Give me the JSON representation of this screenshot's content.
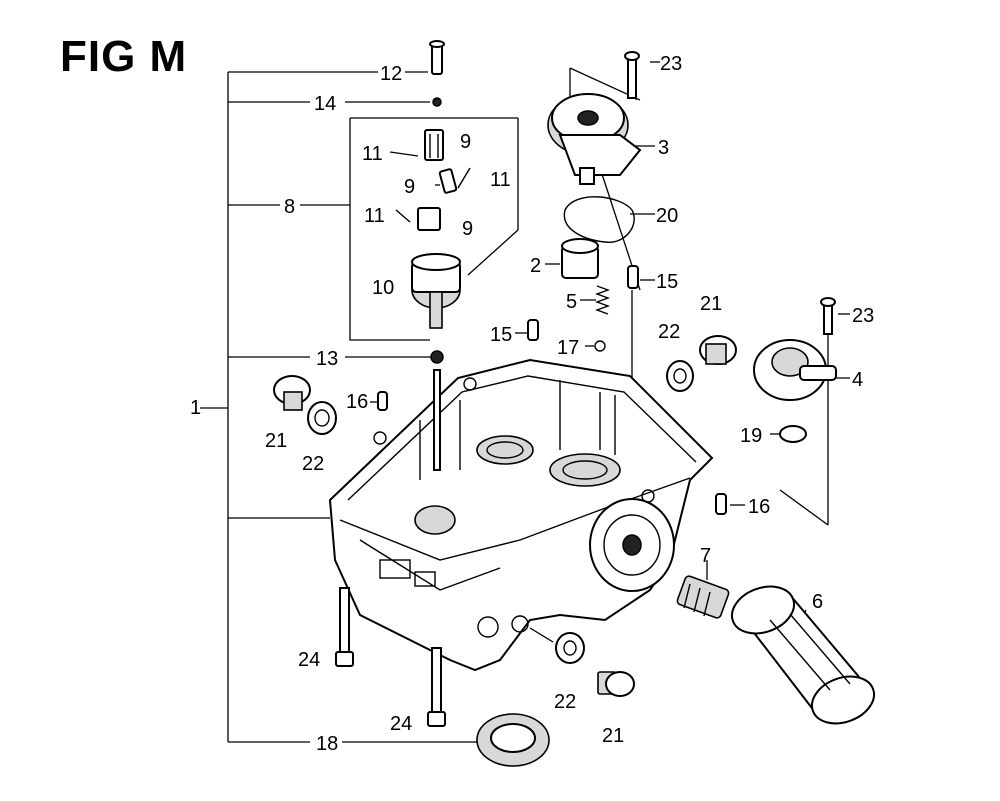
{
  "figure": {
    "title": "FIG M"
  },
  "callouts": [
    {
      "label": "1"
    },
    {
      "label": "12"
    },
    {
      "label": "14"
    },
    {
      "label": "8"
    },
    {
      "label": "11"
    },
    {
      "label": "9"
    },
    {
      "label": "9"
    },
    {
      "label": "11"
    },
    {
      "label": "11"
    },
    {
      "label": "9"
    },
    {
      "label": "10"
    },
    {
      "label": "13"
    },
    {
      "label": "16"
    },
    {
      "label": "21"
    },
    {
      "label": "22"
    },
    {
      "label": "15"
    },
    {
      "label": "17"
    },
    {
      "label": "2"
    },
    {
      "label": "5"
    },
    {
      "label": "15"
    },
    {
      "label": "23"
    },
    {
      "label": "3"
    },
    {
      "label": "20"
    },
    {
      "label": "21"
    },
    {
      "label": "22"
    },
    {
      "label": "23"
    },
    {
      "label": "4"
    },
    {
      "label": "19"
    },
    {
      "label": "16"
    },
    {
      "label": "7"
    },
    {
      "label": "6"
    },
    {
      "label": "24"
    },
    {
      "label": "24"
    },
    {
      "label": "22"
    },
    {
      "label": "21"
    },
    {
      "label": "18"
    }
  ]
}
